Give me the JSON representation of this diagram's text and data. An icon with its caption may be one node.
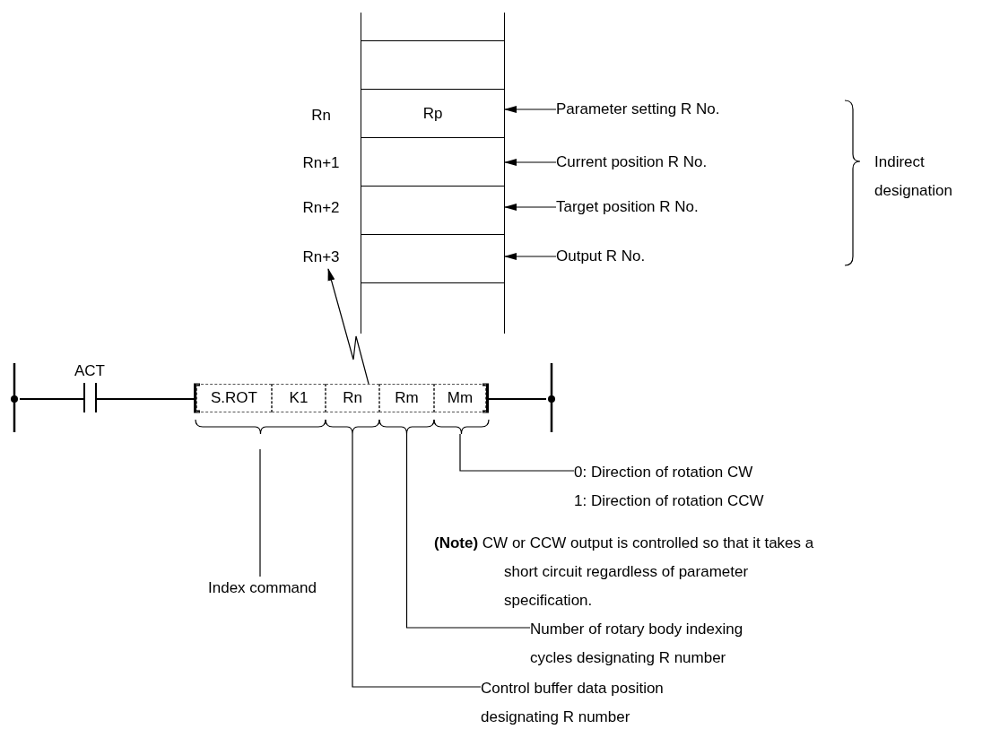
{
  "diagram": {
    "nodes": [
      {
        "text": [],
        "shape": "box"
      },
      {
        "text": [],
        "shape": "box"
      },
      {
        "text": [
          "Rn"
        ]
      },
      {
        "text": [
          "Rp"
        ]
      },
      {
        "text": [
          "Parameter setting R No."
        ]
      },
      {
        "text": [
          "Rn+1"
        ]
      },
      {
        "text": [],
        "shape": "box"
      },
      {
        "text": [
          "Current position R No."
        ]
      },
      {
        "text": [
          "Rn+2"
        ]
      },
      {
        "text": [],
        "shape": "box"
      },
      {
        "text": [
          "Target position R No."
        ]
      },
      {
        "text": [
          "Rn+3"
        ]
      },
      {
        "text": [],
        "shape": "box"
      },
      {
        "text": [
          "Output R No."
        ]
      },
      {
        "text": [],
        "shape": "box"
      },
      {
        "text": [],
        "shape": "bar"
      },
      {
        "text": [
          "ACT"
        ]
      },
      {
        "text": [],
        "shape": "box"
      },
      {
        "text": [
          "S.ROT"
        ],
        "in": 17
      },
      {
        "text": [
          "K1"
        ],
        "in": 17
      },
      {
        "text": [
          "Rn"
        ],
        "in": 17
      },
      {
        "text": [
          "Rm"
        ],
        "in": 17
      },
      {
        "text": [
          "Mm"
        ],
        "in": 17
      },
      {
        "text": [],
        "shape": "bar"
      },
      {
        "text": [
          "0: Direction of rotation CW",
          "1: Direction of rotation CCW"
        ]
      },
      {
        "text": [
          "Index command"
        ]
      },
      {
        "text": [
          "Number of rotary body indexing cycles designating R number"
        ]
      },
      {
        "text": [
          "Control buffer data position designating R number"
        ]
      }
    ],
    "edges": [
      {
        "from": 4,
        "to": 3,
        "arrow": "to"
      },
      {
        "from": 7,
        "to": 6,
        "arrow": "to"
      },
      {
        "from": 10,
        "to": 9,
        "arrow": "to"
      },
      {
        "from": 13,
        "to": 12,
        "arrow": "to"
      },
      {
        "from": 20,
        "to": 11,
        "arrow": "to"
      },
      {
        "from": 15,
        "to": 16,
        "arrow": "none"
      },
      {
        "from": 16,
        "to": 17,
        "arrow": "none"
      },
      {
        "from": 17,
        "to": 23,
        "arrow": "none"
      },
      {
        "from": 24,
        "to": 22,
        "arrow": "none"
      },
      {
        "from": 25,
        "to": null,
        "arrow": "none"
      },
      {
        "from": 26,
        "to": 21,
        "arrow": "none"
      },
      {
        "from": 27,
        "to": 20,
        "arrow": "none"
      }
    ],
    "labels": [
      "Indirect designation",
      "**(Note)** CW or CCW output is controlled so that it takes a short circuit regardless of parameter specification."
    ]
  }
}
